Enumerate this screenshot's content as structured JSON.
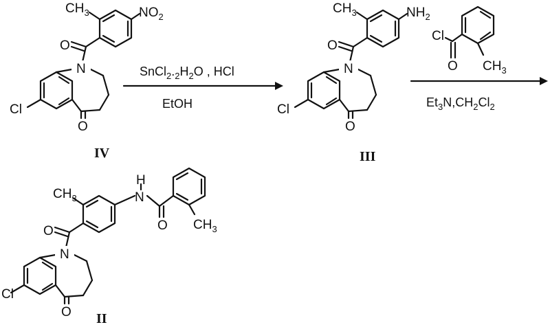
{
  "compounds": [
    {
      "id": "IV",
      "label": "IV",
      "substituents": {
        "methyl": "CH3",
        "nitro": "NO2",
        "chloro": "Cl",
        "ketone_o": "O",
        "amide_o": "O",
        "ring_n": "N"
      }
    },
    {
      "id": "III",
      "label": "III",
      "substituents": {
        "methyl": "CH3",
        "amine": "NH2",
        "chloro": "Cl",
        "ketone_o": "O",
        "amide_o": "O",
        "ring_n": "N"
      }
    },
    {
      "id": "II",
      "label": "II",
      "substituents": {
        "methyl": "CH3",
        "methyl2": "CH3",
        "amide_nh": "H",
        "amide_n": "N",
        "chloro": "Cl",
        "ketone_o": "O",
        "amide_o": "O",
        "amide_o2": "O",
        "ring_n": "N"
      }
    }
  ],
  "reagent_2methylbenzoyl_chloride": {
    "cl": "Cl",
    "o": "O",
    "methyl": "CH3"
  },
  "arrows": [
    {
      "id": "step1",
      "above": "SnCl2.2H2O , HCl",
      "below": "EtOH"
    },
    {
      "id": "step2",
      "above": "",
      "below": "Et3N,CH2Cl2"
    }
  ]
}
